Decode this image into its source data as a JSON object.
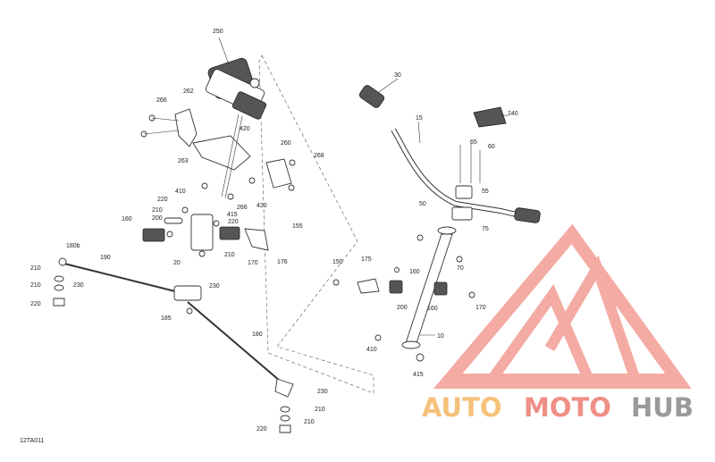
{
  "diagram_code": "12TA011",
  "callouts": [
    {
      "id": "c250",
      "text": "250"
    },
    {
      "id": "c266a",
      "text": "266"
    },
    {
      "id": "c262",
      "text": "262"
    },
    {
      "id": "c420a",
      "text": "420"
    },
    {
      "id": "c260",
      "text": "260"
    },
    {
      "id": "c268",
      "text": "268"
    },
    {
      "id": "c263",
      "text": "263"
    },
    {
      "id": "c410a",
      "text": "410"
    },
    {
      "id": "c420b",
      "text": "420"
    },
    {
      "id": "c220a",
      "text": "220"
    },
    {
      "id": "c210a",
      "text": "210"
    },
    {
      "id": "c200a",
      "text": "200"
    },
    {
      "id": "c160a",
      "text": "160"
    },
    {
      "id": "c415a",
      "text": "415"
    },
    {
      "id": "c266b",
      "text": "266"
    },
    {
      "id": "c220b",
      "text": "220"
    },
    {
      "id": "c155",
      "text": "155"
    },
    {
      "id": "c20",
      "text": "20"
    },
    {
      "id": "c210b",
      "text": "210"
    },
    {
      "id": "c170a",
      "text": "170"
    },
    {
      "id": "c176",
      "text": "176"
    },
    {
      "id": "c180b",
      "text": "180b"
    },
    {
      "id": "c190",
      "text": "190"
    },
    {
      "id": "c210c",
      "text": "210"
    },
    {
      "id": "c230a",
      "text": "230"
    },
    {
      "id": "c210d",
      "text": "210"
    },
    {
      "id": "c220c",
      "text": "220"
    },
    {
      "id": "c230b",
      "text": "230"
    },
    {
      "id": "c185",
      "text": "185"
    },
    {
      "id": "c180",
      "text": "180"
    },
    {
      "id": "c230c",
      "text": "230"
    },
    {
      "id": "c210e",
      "text": "210"
    },
    {
      "id": "c210f",
      "text": "210"
    },
    {
      "id": "c220d",
      "text": "220"
    },
    {
      "id": "c30",
      "text": "30"
    },
    {
      "id": "c15",
      "text": "15"
    },
    {
      "id": "c240",
      "text": "240"
    },
    {
      "id": "c65",
      "text": "65"
    },
    {
      "id": "c60",
      "text": "60"
    },
    {
      "id": "c55",
      "text": "55"
    },
    {
      "id": "c50",
      "text": "50"
    },
    {
      "id": "c75",
      "text": "75"
    },
    {
      "id": "c150",
      "text": "150"
    },
    {
      "id": "c175",
      "text": "175"
    },
    {
      "id": "c160b",
      "text": "160"
    },
    {
      "id": "c70",
      "text": "70"
    },
    {
      "id": "c170b",
      "text": "170"
    },
    {
      "id": "c200b",
      "text": "200"
    },
    {
      "id": "c160c",
      "text": "160"
    },
    {
      "id": "c10",
      "text": "10"
    },
    {
      "id": "c410b",
      "text": "410"
    },
    {
      "id": "c415b",
      "text": "415"
    }
  ],
  "watermark": {
    "word1": "AUTO",
    "word2": "MOTO",
    "word3": "HUB",
    "color_light": "#f5a623",
    "color_red": "#e8635a",
    "color_gray": "#8c8c8c"
  }
}
